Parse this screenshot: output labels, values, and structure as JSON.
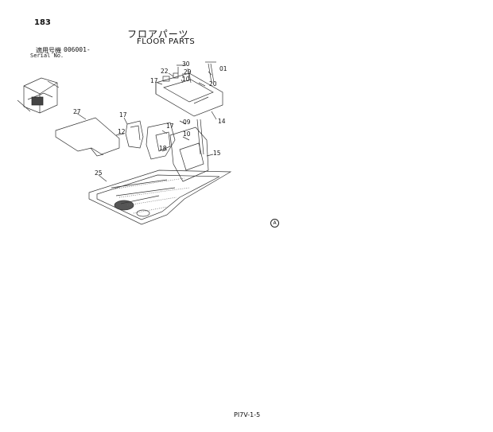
{
  "page": {
    "number": "183",
    "title_jp": "フロアパーツ",
    "title_en": "FLOOR PARTS",
    "serial_label_jp": "適用号機",
    "serial_value": "006001-",
    "serial_label_en": "Serial No.",
    "footer": "PI7V-1-5",
    "mark": "A"
  },
  "callouts": [
    "30",
    "22",
    "29",
    "10",
    "17",
    "01",
    "20",
    "14",
    "27",
    "17",
    "09",
    "12",
    "17",
    "10",
    "18",
    "15",
    "25"
  ]
}
